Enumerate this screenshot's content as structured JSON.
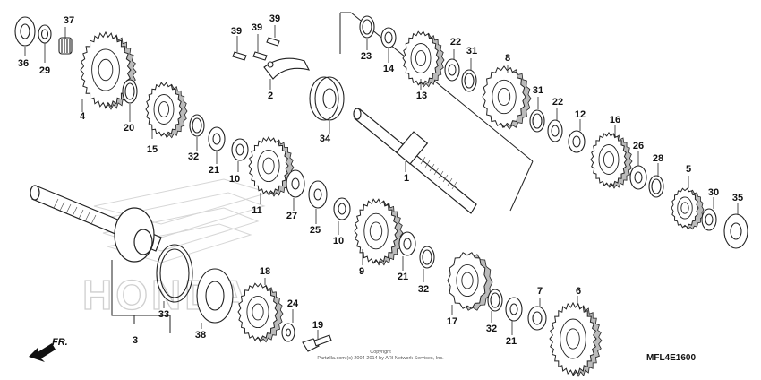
{
  "diagram": {
    "code": "MFL4E1600",
    "copyright_line1": "Copyright",
    "copyright_line2": "Partzilla.com (c) 2004-2014 by ARI Network Services, Inc.",
    "direction": "FR.",
    "watermark": "HONDA"
  },
  "callouts": [
    {
      "n": "36"
    },
    {
      "n": "37"
    },
    {
      "n": "29"
    },
    {
      "n": "4"
    },
    {
      "n": "20"
    },
    {
      "n": "15"
    },
    {
      "n": "39"
    },
    {
      "n": "39"
    },
    {
      "n": "39"
    },
    {
      "n": "2"
    },
    {
      "n": "34"
    },
    {
      "n": "32"
    },
    {
      "n": "21"
    },
    {
      "n": "10"
    },
    {
      "n": "11"
    },
    {
      "n": "23"
    },
    {
      "n": "14"
    },
    {
      "n": "13"
    },
    {
      "n": "22"
    },
    {
      "n": "31"
    },
    {
      "n": "8"
    },
    {
      "n": "31"
    },
    {
      "n": "22"
    },
    {
      "n": "12"
    },
    {
      "n": "16"
    },
    {
      "n": "1"
    },
    {
      "n": "26"
    },
    {
      "n": "28"
    },
    {
      "n": "5"
    },
    {
      "n": "30"
    },
    {
      "n": "35"
    },
    {
      "n": "27"
    },
    {
      "n": "25"
    },
    {
      "n": "10"
    },
    {
      "n": "9"
    },
    {
      "n": "21"
    },
    {
      "n": "32"
    },
    {
      "n": "17"
    },
    {
      "n": "33"
    },
    {
      "n": "3"
    },
    {
      "n": "38"
    },
    {
      "n": "18"
    },
    {
      "n": "24"
    },
    {
      "n": "19"
    },
    {
      "n": "32"
    },
    {
      "n": "21"
    },
    {
      "n": "7"
    },
    {
      "n": "6"
    }
  ]
}
